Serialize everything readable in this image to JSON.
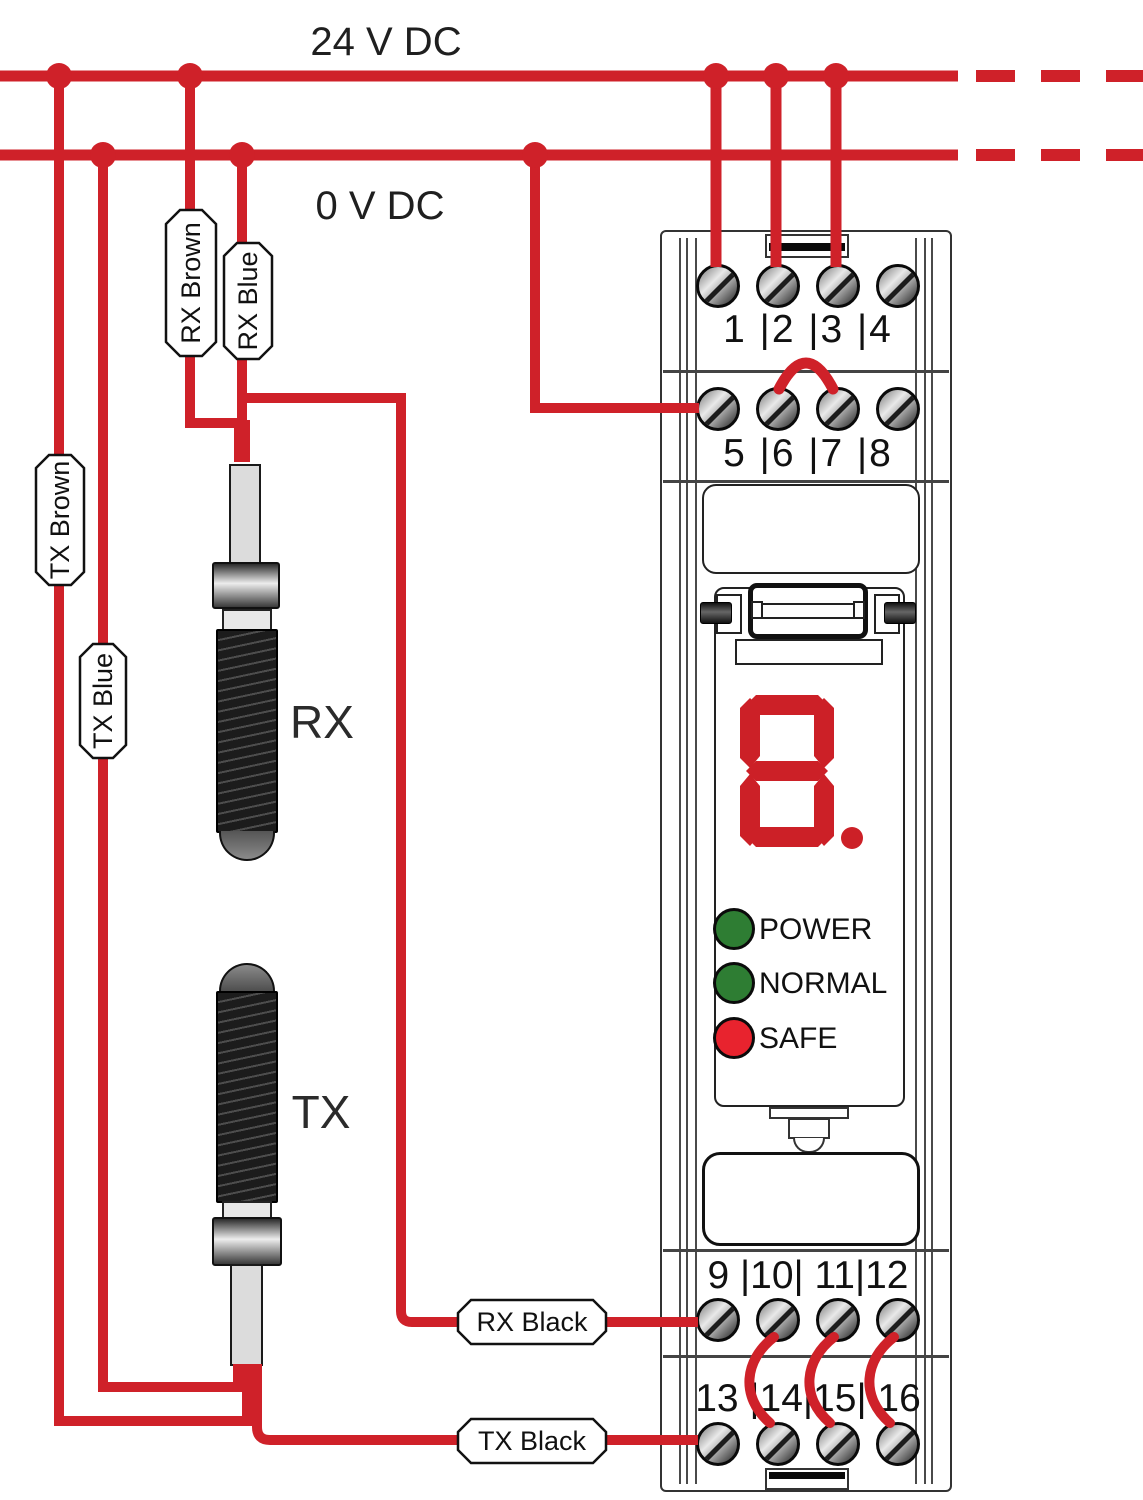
{
  "bus": {
    "top_label": "24 V DC",
    "bottom_label": "0 V DC"
  },
  "wire_tags": {
    "rx_brown": "RX Brown",
    "rx_blue": "RX Blue",
    "tx_brown": "TX Brown",
    "tx_blue": "TX Blue",
    "rx_black": "RX Black",
    "tx_black": "TX Black"
  },
  "sensors": {
    "rx_label": "RX",
    "tx_label": "TX"
  },
  "module": {
    "terminal_row_1": "1 |2 |3 |4",
    "terminal_row_2": "5 |6 |7 |8",
    "terminal_row_3": "9 |10| 11|12",
    "terminal_row_4": "13 |14|15| 16",
    "display_value": "8.",
    "leds": [
      {
        "label": "POWER",
        "color": "#2e7d33"
      },
      {
        "label": "NORMAL",
        "color": "#2e7d33"
      },
      {
        "label": "SAFE",
        "color": "#e8232e"
      }
    ]
  },
  "colors": {
    "wire_red": "#cf2129",
    "display_red": "#cc2027",
    "led_green": "#2e7d33",
    "led_red": "#e8232e"
  }
}
